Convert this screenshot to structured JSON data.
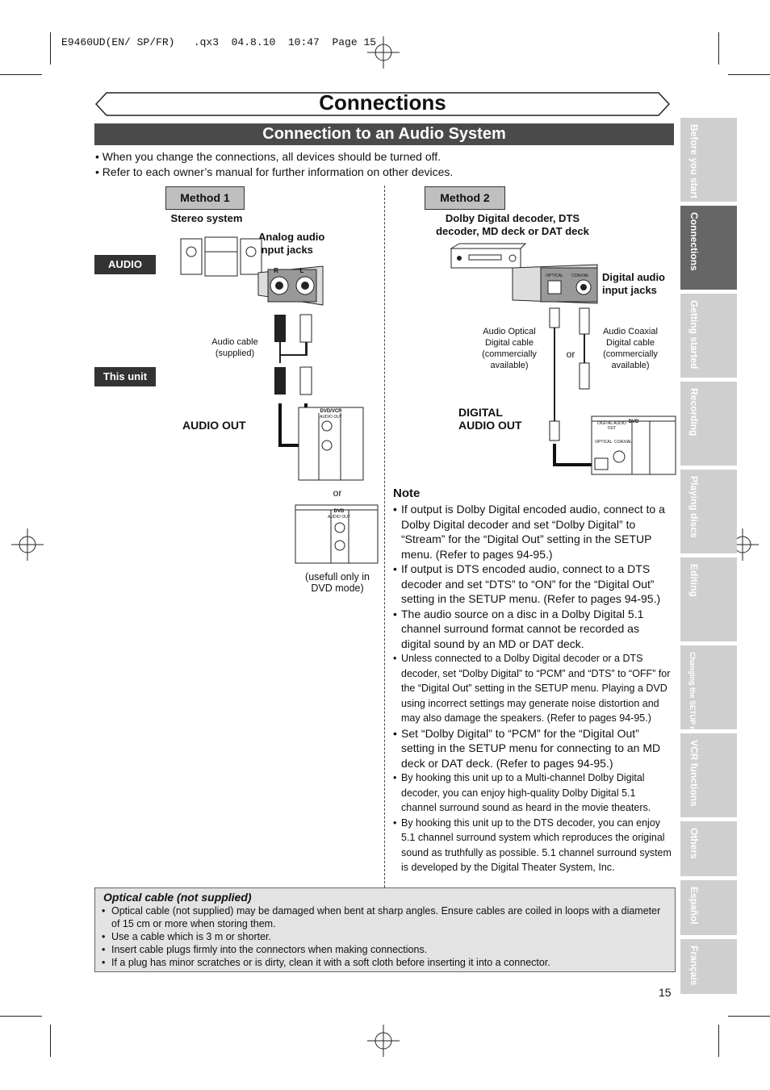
{
  "header_line": "E9460UD(EN/ SP/FR)   .qx3  04.8.10  10:47  Page 15",
  "title": "Connections",
  "section_title": "Connection to an Audio System",
  "bullets": [
    "• When you change the connections, all devices should be turned off.",
    "• Refer to each owner’s manual for further information on other devices."
  ],
  "method1": {
    "label": "Method 1",
    "device": "Stereo system",
    "jacks": "Analog audio input jacks",
    "audio_tag": "AUDIO",
    "cable": "Audio cable (supplied)",
    "unit_tag": "This unit",
    "out_label": "AUDIO OUT",
    "panel_label": "DVD/VCR",
    "panel_sub": "AUDIO OUT",
    "or": "or",
    "panel2_label": "DVD",
    "panel2_sub": "AUDIO OUT",
    "dvd_note": "(usefull only in DVD mode)",
    "jack_l": "L",
    "jack_r": "R"
  },
  "method2": {
    "label": "Method 2",
    "device": "Dolby Digital decoder, DTS decoder, MD deck or DAT deck",
    "jacks": "Digital audio input jacks",
    "optical_port": "OPTICAL",
    "coaxial_port": "COAXIAL",
    "optical_cable": "Audio Optical Digital cable (commercially available)",
    "coaxial_cable": "Audio Coaxial Digital cable (commercially available)",
    "or": "or",
    "out_label": "DIGITAL AUDIO OUT",
    "panel_label": "DVD",
    "panel_sub": "DIGITAL AUDIO OUT",
    "panel_ports": "OPTICAL  COAXIAL"
  },
  "note_title": "Note",
  "notes": [
    "If output is Dolby Digital encoded audio, connect to a Dolby Digital decoder and set “Dolby Digital” to “Stream” for the “Digital Out” setting in the SETUP menu. (Refer to pages 94-95.)",
    "If output is DTS encoded audio, connect to a DTS decoder and set “DTS” to “ON” for the “Digital Out” setting in the SETUP menu. (Refer to pages 94-95.)",
    "The audio source on a disc in a Dolby Digital 5.1 channel surround format cannot be recorded as digital sound by an MD or DAT deck.",
    "Unless connected to a Dolby Digital decoder or a DTS decoder, set “Dolby Digital” to “PCM” and “DTS” to “OFF” for the “Digital Out” setting in the SETUP menu. Playing a DVD using incorrect settings may generate noise distortion and may also damage the speakers. (Refer to pages 94-95.)",
    "Set “Dolby Digital” to “PCM” for the “Digital Out” setting in the SETUP menu for connecting to an MD deck or DAT deck. (Refer to pages 94-95.)",
    "By hooking this unit up to a Multi-channel Dolby Digital decoder, you can enjoy high-quality Dolby Digital 5.1 channel surround sound as heard in the movie theaters.",
    "By hooking this unit up to the DTS decoder, you can enjoy 5.1 channel surround system which reproduces the original sound as truthfully as possible. 5.1 channel surround system is developed by the Digital Theater System, Inc."
  ],
  "optical": {
    "title": "Optical cable (not supplied)",
    "items": [
      "Optical cable (not supplied) may be damaged when bent at sharp angles. Ensure cables are coiled in loops with a diameter of 15 cm or more when storing them.",
      "Use a cable which is 3 m or shorter.",
      "Insert cable plugs firmly into the connectors when making connections.",
      "If a plug has minor scratches or is dirty, clean it with a soft cloth before inserting it into a connector."
    ]
  },
  "side_tabs": [
    "Before you start",
    "Connections",
    "Getting started",
    "Recording",
    "Playing discs",
    "Editing",
    "Changing the SETUP menu",
    "VCR functions",
    "Others",
    "Español",
    "Français"
  ],
  "page_number": "15"
}
